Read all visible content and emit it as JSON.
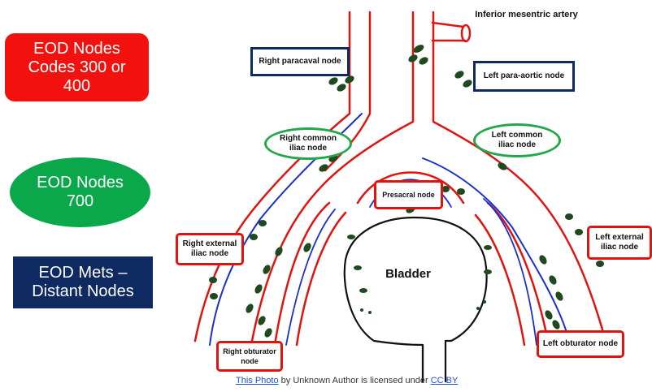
{
  "legend": {
    "red": "EOD Nodes\nCodes 300 or\n400",
    "green": "EOD Nodes\n700",
    "blue": "EOD Mets –\nDistant Nodes"
  },
  "labels": {
    "inferior_mesentric_artery": "Inferior mesentric artery",
    "right_paracaval": "Right paracaval node",
    "left_para_aortic": "Left para-aortic node",
    "right_common_iliac": "Right common\niliac node",
    "left_common_iliac": "Left common\niliac node",
    "presacral": "Presacral node",
    "right_external_iliac": "Right external\niliac node",
    "left_external_iliac": "Left external\niliac node",
    "bladder": "Bladder",
    "right_obturator": "Right obturator\nnode",
    "left_obturator": "Left obturator node"
  },
  "credit": {
    "link1": "This Photo",
    "middle": " by Unknown Author is licensed under ",
    "link2": "CC BY"
  },
  "colors": {
    "red": "#f2110e",
    "green": "#0aa84a",
    "navy": "#0e2a61",
    "artery": "#e0140f",
    "vein": "#1a2fd0",
    "node": "#1e4a1e"
  }
}
